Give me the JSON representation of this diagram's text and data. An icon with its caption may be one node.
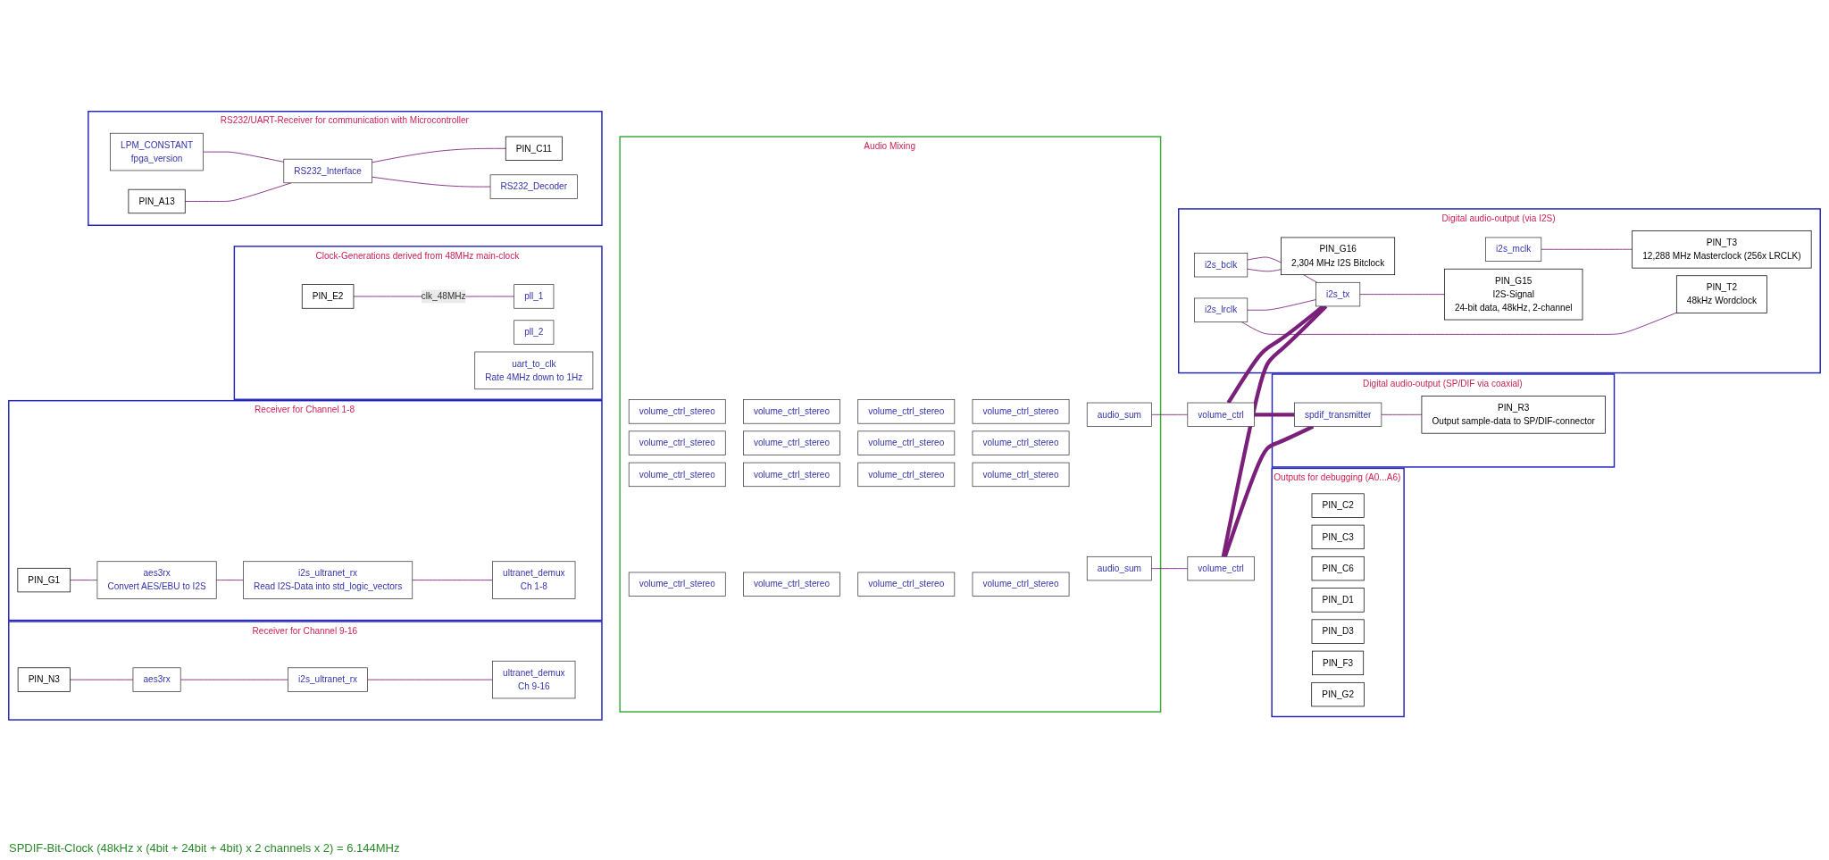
{
  "diagram": {
    "nodes": [
      {
        "text": [
          "Clock-Generations derived from 48MHz main-clock"
        ]
      },
      {
        "text": [
          "PIN_E2"
        ],
        "in": 0
      },
      {
        "text": [
          "pll_1"
        ],
        "in": 0
      },
      {
        "text": [
          "pll_2"
        ],
        "in": 0
      },
      {
        "text": [
          "uart_to_clk",
          "Rate 4MHz down to 1Hz"
        ],
        "in": 0
      },
      {
        "text": [
          "Receiver for Channel 1-8"
        ]
      },
      {
        "text": [
          "PIN_G1"
        ],
        "in": 5
      },
      {
        "text": [
          "aes3rx",
          "Convert AES/EBU to I2S"
        ],
        "in": 5
      },
      {
        "text": [
          "i2s_ultranet_rx",
          "Read I2S-Data into std_logic_vectors"
        ],
        "in": 5
      },
      {
        "text": [
          "ultranet_demux",
          "Ch 1-8"
        ],
        "in": 5
      },
      {
        "text": [
          "Receiver for Channel 9-16"
        ]
      },
      {
        "text": [
          "PIN_N3"
        ],
        "in": 10
      },
      {
        "text": [
          "aes3rx"
        ],
        "in": 10
      },
      {
        "text": [
          "i2s_ultranet_rx"
        ],
        "in": 10
      },
      {
        "text": [
          "ultranet_demux",
          "Ch 9-16"
        ],
        "in": 10
      },
      {
        "text": [
          "RS232/UART-Receiver for communication with Microcontroller"
        ]
      },
      {
        "text": [
          "LPM_CONSTANT",
          "fpga_version"
        ],
        "in": 15
      },
      {
        "text": [
          "PIN_A13"
        ],
        "in": 15
      },
      {
        "text": [
          "RS232_Interface"
        ],
        "in": 15
      },
      {
        "text": [
          "PIN_C11"
        ],
        "in": 15
      },
      {
        "text": [
          "RS232_Decoder"
        ],
        "in": 15
      },
      {
        "text": [
          "Audio Mixing"
        ]
      },
      {
        "text": [
          "volume_ctrl_stereo"
        ],
        "in": 21
      },
      {
        "text": [
          "volume_ctrl_stereo"
        ],
        "in": 21
      },
      {
        "text": [
          "volume_ctrl_stereo"
        ],
        "in": 21
      },
      {
        "text": [
          "volume_ctrl_stereo"
        ],
        "in": 21
      },
      {
        "text": [
          "volume_ctrl_stereo"
        ],
        "in": 21
      },
      {
        "text": [
          "volume_ctrl_stereo"
        ],
        "in": 21
      },
      {
        "text": [
          "volume_ctrl_stereo"
        ],
        "in": 21
      },
      {
        "text": [
          "volume_ctrl_stereo"
        ],
        "in": 21
      },
      {
        "text": [
          "volume_ctrl_stereo"
        ],
        "in": 21
      },
      {
        "text": [
          "volume_ctrl_stereo"
        ],
        "in": 21
      },
      {
        "text": [
          "volume_ctrl_stereo"
        ],
        "in": 21
      },
      {
        "text": [
          "volume_ctrl_stereo"
        ],
        "in": 21
      },
      {
        "text": [
          "volume_ctrl_stereo"
        ],
        "in": 21
      },
      {
        "text": [
          "volume_ctrl_stereo"
        ],
        "in": 21
      },
      {
        "text": [
          "volume_ctrl_stereo"
        ],
        "in": 21
      },
      {
        "text": [
          "volume_ctrl_stereo"
        ],
        "in": 21
      },
      {
        "text": [
          "audio_sum"
        ],
        "in": 21
      },
      {
        "text": [
          "audio_sum"
        ],
        "in": 21
      },
      {
        "text": [
          "volume_ctrl"
        ]
      },
      {
        "text": [
          "volume_ctrl"
        ]
      },
      {
        "text": [
          "Digital audio-output (SP/DIF via coaxial)"
        ]
      },
      {
        "text": [
          "spdif_transmitter"
        ],
        "in": 42
      },
      {
        "text": [
          "PIN_R3",
          "Output sample-data to SP/DIF-connector"
        ],
        "in": 42
      },
      {
        "text": [
          "Digital audio-output (via I2S)"
        ]
      },
      {
        "text": [
          "i2s_tx"
        ],
        "in": 45
      },
      {
        "text": [
          "i2s_bclk"
        ],
        "in": 45
      },
      {
        "text": [
          "i2s_lrclk"
        ],
        "in": 45
      },
      {
        "text": [
          "i2s_mclk"
        ],
        "in": 45
      },
      {
        "text": [
          "PIN_G15",
          "I2S-Signal",
          "24-bit data, 48kHz, 2-channel"
        ],
        "in": 45
      },
      {
        "text": [
          "PIN_G16",
          "2,304 MHz I2S Bitclock"
        ],
        "in": 45
      },
      {
        "text": [
          "PIN_T2",
          "48kHz Wordclock"
        ],
        "in": 45
      },
      {
        "text": [
          "PIN_T3",
          "12,288 MHz Masterclock (256x LRCLK)"
        ],
        "in": 45
      },
      {
        "text": [
          "Outputs for debugging (A0...A6)"
        ]
      },
      {
        "text": [
          "PIN_C2"
        ],
        "in": 54
      },
      {
        "text": [
          "PIN_C3"
        ],
        "in": 54
      },
      {
        "text": [
          "PIN_C6"
        ],
        "in": 54
      },
      {
        "text": [
          "PIN_D1"
        ],
        "in": 54
      },
      {
        "text": [
          "PIN_D3"
        ],
        "in": 54
      },
      {
        "text": [
          "PIN_F3"
        ],
        "in": 54
      },
      {
        "text": [
          "PIN_G2"
        ],
        "in": 54
      }
    ],
    "edges": [
      {
        "from": 1,
        "to": 2,
        "arrow": "none",
        "label": "clk_48MHz"
      },
      {
        "from": 6,
        "to": 7,
        "arrow": "none"
      },
      {
        "from": 7,
        "to": 8,
        "arrow": "none"
      },
      {
        "from": 8,
        "to": 9,
        "arrow": "none"
      },
      {
        "from": 11,
        "to": 12,
        "arrow": "none"
      },
      {
        "from": 12,
        "to": 13,
        "arrow": "none"
      },
      {
        "from": 13,
        "to": 14,
        "arrow": "none"
      },
      {
        "from": 17,
        "to": 18,
        "arrow": "none"
      },
      {
        "from": 16,
        "to": 18,
        "arrow": "none"
      },
      {
        "from": 18,
        "to": 19,
        "arrow": "none"
      },
      {
        "from": 18,
        "to": 20,
        "arrow": "none"
      },
      {
        "from": 38,
        "to": 40,
        "arrow": "none"
      },
      {
        "from": 39,
        "to": 41,
        "arrow": "none"
      },
      {
        "from": 40,
        "to": 43,
        "arrow": "none",
        "style": "thick"
      },
      {
        "from": 41,
        "to": 43,
        "arrow": "none",
        "style": "thick"
      },
      {
        "from": 40,
        "to": 46,
        "arrow": "none",
        "style": "thick"
      },
      {
        "from": 41,
        "to": 46,
        "arrow": "none",
        "style": "thick"
      },
      {
        "from": 47,
        "to": 46,
        "arrow": "none"
      },
      {
        "from": 48,
        "to": 46,
        "arrow": "none"
      },
      {
        "from": 46,
        "to": 50,
        "arrow": "none"
      },
      {
        "from": 47,
        "to": 51,
        "arrow": "none"
      },
      {
        "from": 48,
        "to": 52,
        "arrow": "none"
      },
      {
        "from": 49,
        "to": 53,
        "arrow": "none"
      },
      {
        "from": 43,
        "to": 44,
        "arrow": "none"
      }
    ],
    "labels": [
      "SPDIF-Bit-Clock (48kHz x (4bit + 24bit + 4bit) x 2 channels x 2) = 6.144MHz"
    ]
  }
}
